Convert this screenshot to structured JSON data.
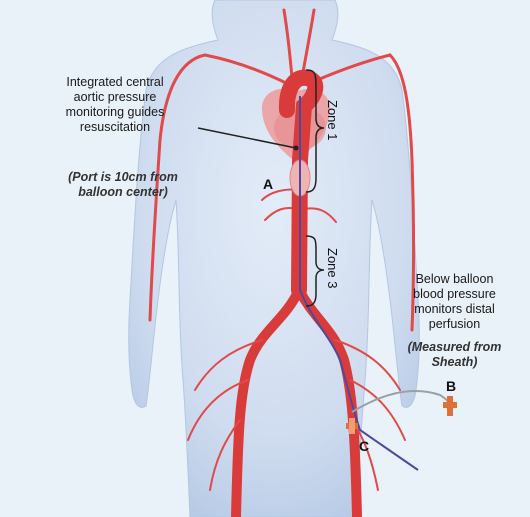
{
  "annotations": {
    "central_line1": "Integrated central",
    "central_line2": "aortic pressure",
    "central_line3": "monitoring guides",
    "central_line4": "resuscitation",
    "port_line1": "(Port is 10cm from",
    "port_line2": "balloon center)",
    "below_line1": "Below balloon",
    "below_line2": "blood pressure",
    "below_line3": "monitors distal",
    "below_line4": "perfusion",
    "measured_line1": "(Measured from",
    "measured_line2": "Sheath)"
  },
  "markers": {
    "a": "A",
    "b": "B",
    "c": "C"
  },
  "zones": {
    "zone1": "Zone 1",
    "zone3": "Zone 3"
  },
  "colors": {
    "background": "#e9f1f9",
    "body_fill": "#c9d9ee",
    "artery": "#e04a4a",
    "aorta": "#d93b3b",
    "heart": "#ec9a9a",
    "balloon": "#efb3b3",
    "catheter": "#4a4aa0",
    "valve": "#e0703a"
  }
}
